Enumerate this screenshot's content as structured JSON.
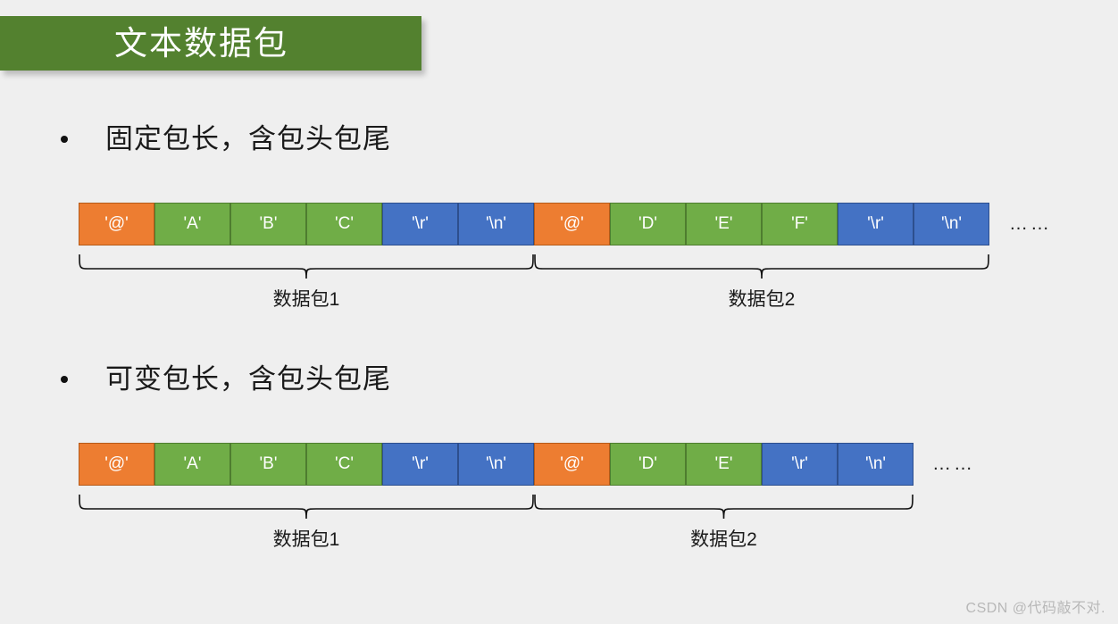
{
  "slide": {
    "background_color": "#efefef",
    "title": "文本数据包",
    "title_banner_color": "#53812F",
    "title_text_color": "#ffffff"
  },
  "palette": {
    "header_cell": "#ED7D31",
    "payload_cell": "#70AD47",
    "terminator_cell": "#4472C4",
    "text_dark": "#1a1a1a",
    "watermark": "#b8b8b8"
  },
  "sections": [
    {
      "bullet_text": "固定包长，含包头包尾",
      "ellipsis": "……",
      "packets": [
        {
          "label": "数据包1",
          "cells": [
            {
              "text": "'@'",
              "kind": "head"
            },
            {
              "text": "'A'",
              "kind": "body"
            },
            {
              "text": "'B'",
              "kind": "body"
            },
            {
              "text": "'C'",
              "kind": "body"
            },
            {
              "text": "'\\r'",
              "kind": "tail"
            },
            {
              "text": "'\\n'",
              "kind": "tail"
            }
          ]
        },
        {
          "label": "数据包2",
          "cells": [
            {
              "text": "'@'",
              "kind": "head"
            },
            {
              "text": "'D'",
              "kind": "body"
            },
            {
              "text": "'E'",
              "kind": "body"
            },
            {
              "text": "'F'",
              "kind": "body"
            },
            {
              "text": "'\\r'",
              "kind": "tail"
            },
            {
              "text": "'\\n'",
              "kind": "tail"
            }
          ]
        }
      ]
    },
    {
      "bullet_text": "可变包长，含包头包尾",
      "ellipsis": "……",
      "packets": [
        {
          "label": "数据包1",
          "cells": [
            {
              "text": "'@'",
              "kind": "head"
            },
            {
              "text": "'A'",
              "kind": "body"
            },
            {
              "text": "'B'",
              "kind": "body"
            },
            {
              "text": "'C'",
              "kind": "body"
            },
            {
              "text": "'\\r'",
              "kind": "tail"
            },
            {
              "text": "'\\n'",
              "kind": "tail"
            }
          ]
        },
        {
          "label": "数据包2",
          "cells": [
            {
              "text": "'@'",
              "kind": "head"
            },
            {
              "text": "'D'",
              "kind": "body"
            },
            {
              "text": "'E'",
              "kind": "body"
            },
            {
              "text": "'\\r'",
              "kind": "tail"
            },
            {
              "text": "'\\n'",
              "kind": "tail"
            }
          ]
        }
      ]
    }
  ],
  "watermark": "CSDN @代码敲不对."
}
